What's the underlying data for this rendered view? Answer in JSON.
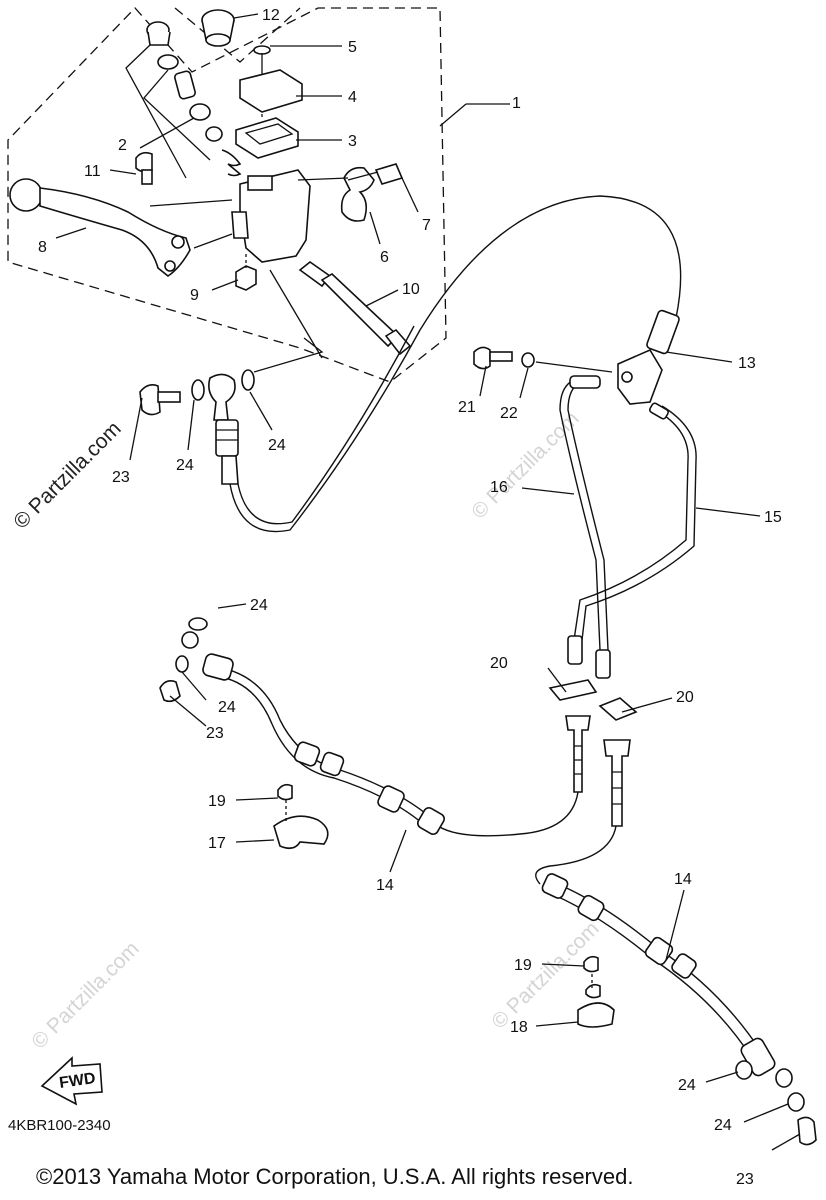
{
  "callouts": [
    {
      "id": "c1",
      "text": "1"
    },
    {
      "id": "c2",
      "text": "2"
    },
    {
      "id": "c3",
      "text": "3"
    },
    {
      "id": "c4",
      "text": "4"
    },
    {
      "id": "c5",
      "text": "5"
    },
    {
      "id": "c6",
      "text": "6"
    },
    {
      "id": "c7",
      "text": "7"
    },
    {
      "id": "c8",
      "text": "8"
    },
    {
      "id": "c9",
      "text": "9"
    },
    {
      "id": "c10",
      "text": "10"
    },
    {
      "id": "c11",
      "text": "11"
    },
    {
      "id": "c12",
      "text": "12"
    },
    {
      "id": "c13",
      "text": "13"
    },
    {
      "id": "c14a",
      "text": "14"
    },
    {
      "id": "c14b",
      "text": "14"
    },
    {
      "id": "c15",
      "text": "15"
    },
    {
      "id": "c16",
      "text": "16"
    },
    {
      "id": "c17",
      "text": "17"
    },
    {
      "id": "c18",
      "text": "18"
    },
    {
      "id": "c19a",
      "text": "19"
    },
    {
      "id": "c19b",
      "text": "19"
    },
    {
      "id": "c20a",
      "text": "20"
    },
    {
      "id": "c20b",
      "text": "20"
    },
    {
      "id": "c21",
      "text": "21"
    },
    {
      "id": "c22",
      "text": "22"
    },
    {
      "id": "c23a",
      "text": "23"
    },
    {
      "id": "c23b",
      "text": "23"
    },
    {
      "id": "c23c",
      "text": "23"
    },
    {
      "id": "c24a",
      "text": "24"
    },
    {
      "id": "c24b",
      "text": "24"
    },
    {
      "id": "c24c",
      "text": "24"
    },
    {
      "id": "c24d",
      "text": "24"
    },
    {
      "id": "c24e",
      "text": "24"
    },
    {
      "id": "c24f",
      "text": "24"
    }
  ],
  "fwd_label": "FWD",
  "diagram_code": "4KBR100-2340",
  "copyright": "©2013 Yamaha Motor Corporation, U.S.A. All rights reserved.",
  "watermark": "© Partzilla.com"
}
